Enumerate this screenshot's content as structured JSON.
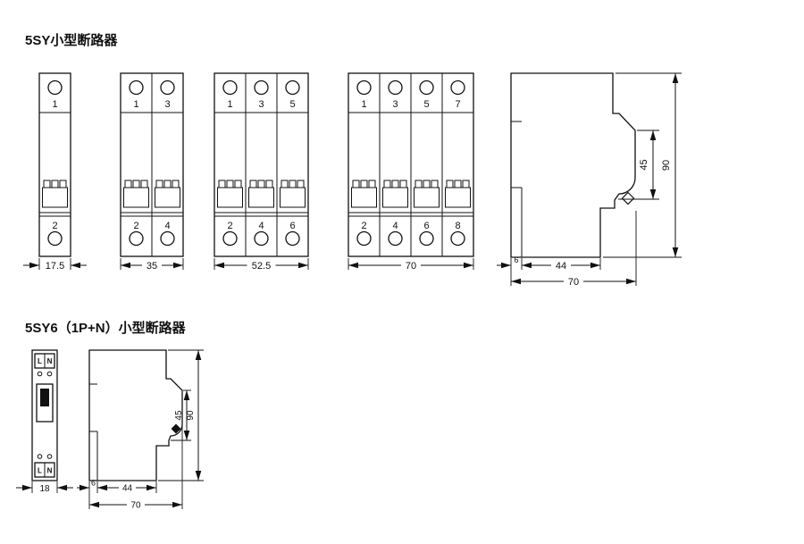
{
  "section1": {
    "title": "5SY小型断路器",
    "units": [
      {
        "poles_top": [
          "1"
        ],
        "poles_bottom": [
          "2"
        ],
        "width": "17.5"
      },
      {
        "poles_top": [
          "1",
          "3"
        ],
        "poles_bottom": [
          "2",
          "4"
        ],
        "width": "35"
      },
      {
        "poles_top": [
          "1",
          "3",
          "5"
        ],
        "poles_bottom": [
          "2",
          "4",
          "6"
        ],
        "width": "52.5"
      },
      {
        "poles_top": [
          "1",
          "3",
          "5",
          "7"
        ],
        "poles_bottom": [
          "2",
          "4",
          "6",
          "8"
        ],
        "width": "70"
      }
    ],
    "side_view": {
      "front_height": "45",
      "total_height": "90",
      "clip_depth": "6",
      "body_depth": "44",
      "total_depth": "70"
    }
  },
  "section2": {
    "title": "5SY6（1P+N）小型断路器",
    "front_view": {
      "terminals_top": [
        "L",
        "N"
      ],
      "terminals_bottom": [
        "L",
        "N"
      ],
      "width": "18"
    },
    "side_view": {
      "front_height": "45",
      "total_height": "90",
      "clip_depth": "6",
      "body_depth": "44",
      "total_depth": "70"
    }
  }
}
